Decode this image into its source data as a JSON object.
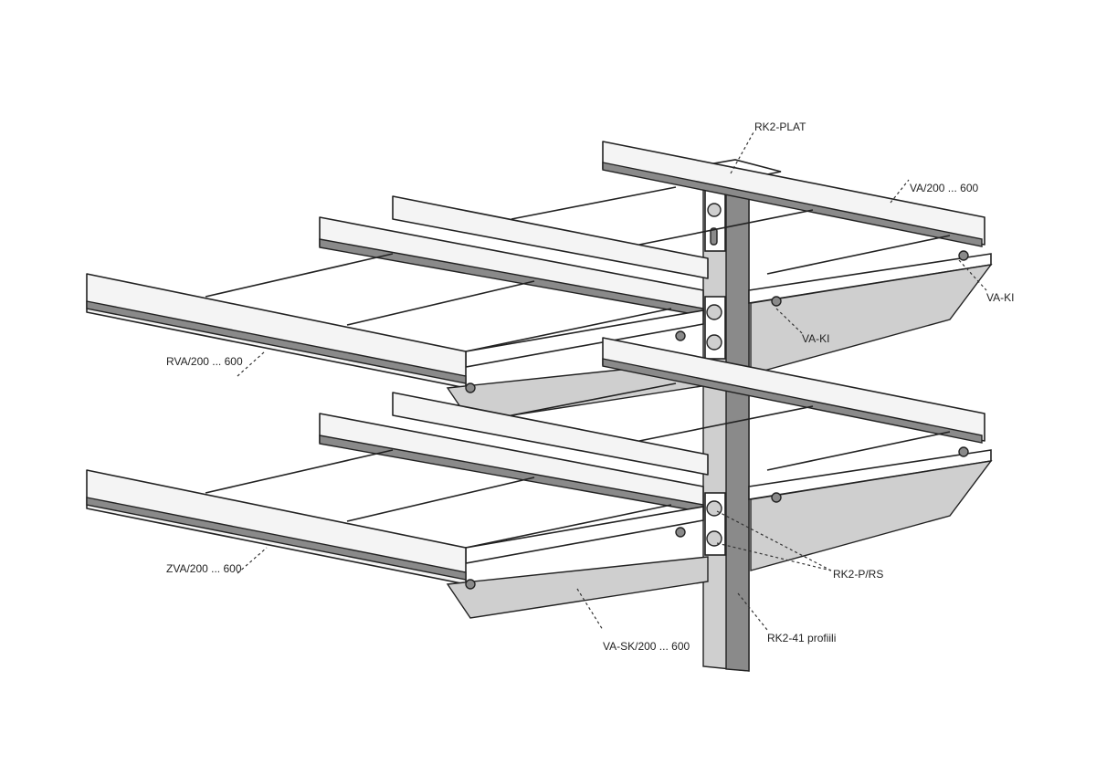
{
  "labels": {
    "plate": "RK2-PLAT",
    "tray_upper_right": "VA/200 ... 600",
    "clamp_right": "VA-KI",
    "clamp_center": "VA-KI",
    "tray_upper_left": "RVA/200 ... 600",
    "tray_lower_left": "ZVA/200 ... 600",
    "bolt": "RK2-P/RS",
    "profile": "RK2-41 profiili",
    "bracket": "VA-SK/200 ... 600"
  }
}
